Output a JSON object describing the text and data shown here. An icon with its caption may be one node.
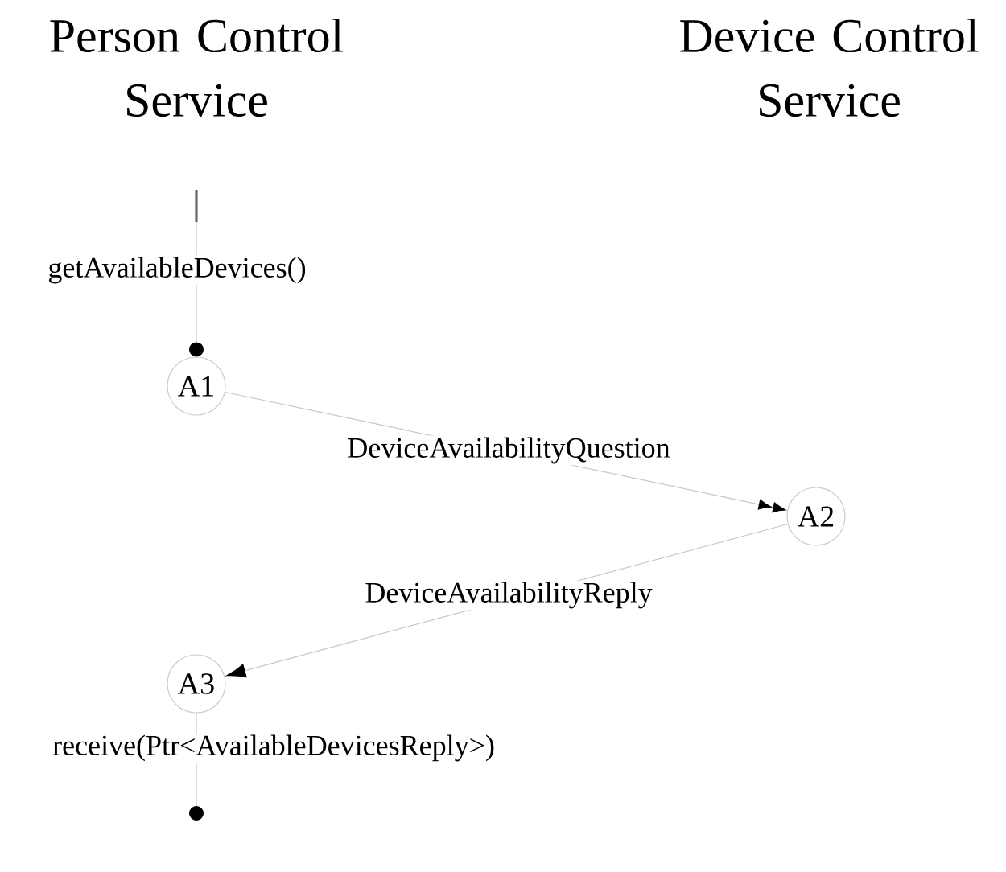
{
  "diagram": {
    "nodes": [
      {
        "text": [],
        "shape": "bar"
      },
      {
        "text": [
          "A1"
        ]
      },
      {
        "text": [
          "A2"
        ]
      },
      {
        "text": [
          "A3"
        ]
      }
    ],
    "edges": [
      {
        "from": 0,
        "to": 1,
        "arrow": "other",
        "label": "getAvailableDevices()"
      },
      {
        "from": 1,
        "to": 2,
        "arrow": "to",
        "label": "DeviceAvailabilityQuestion"
      },
      {
        "from": 2,
        "to": 3,
        "arrow": "to",
        "label": "DeviceAvailabilityReply"
      },
      {
        "from": 3,
        "to": null,
        "arrow": "other",
        "label": "receive(Ptr<AvailableDevicesReply>)"
      }
    ],
    "labels": [
      "Person Control Service",
      "Device Control Service"
    ]
  }
}
